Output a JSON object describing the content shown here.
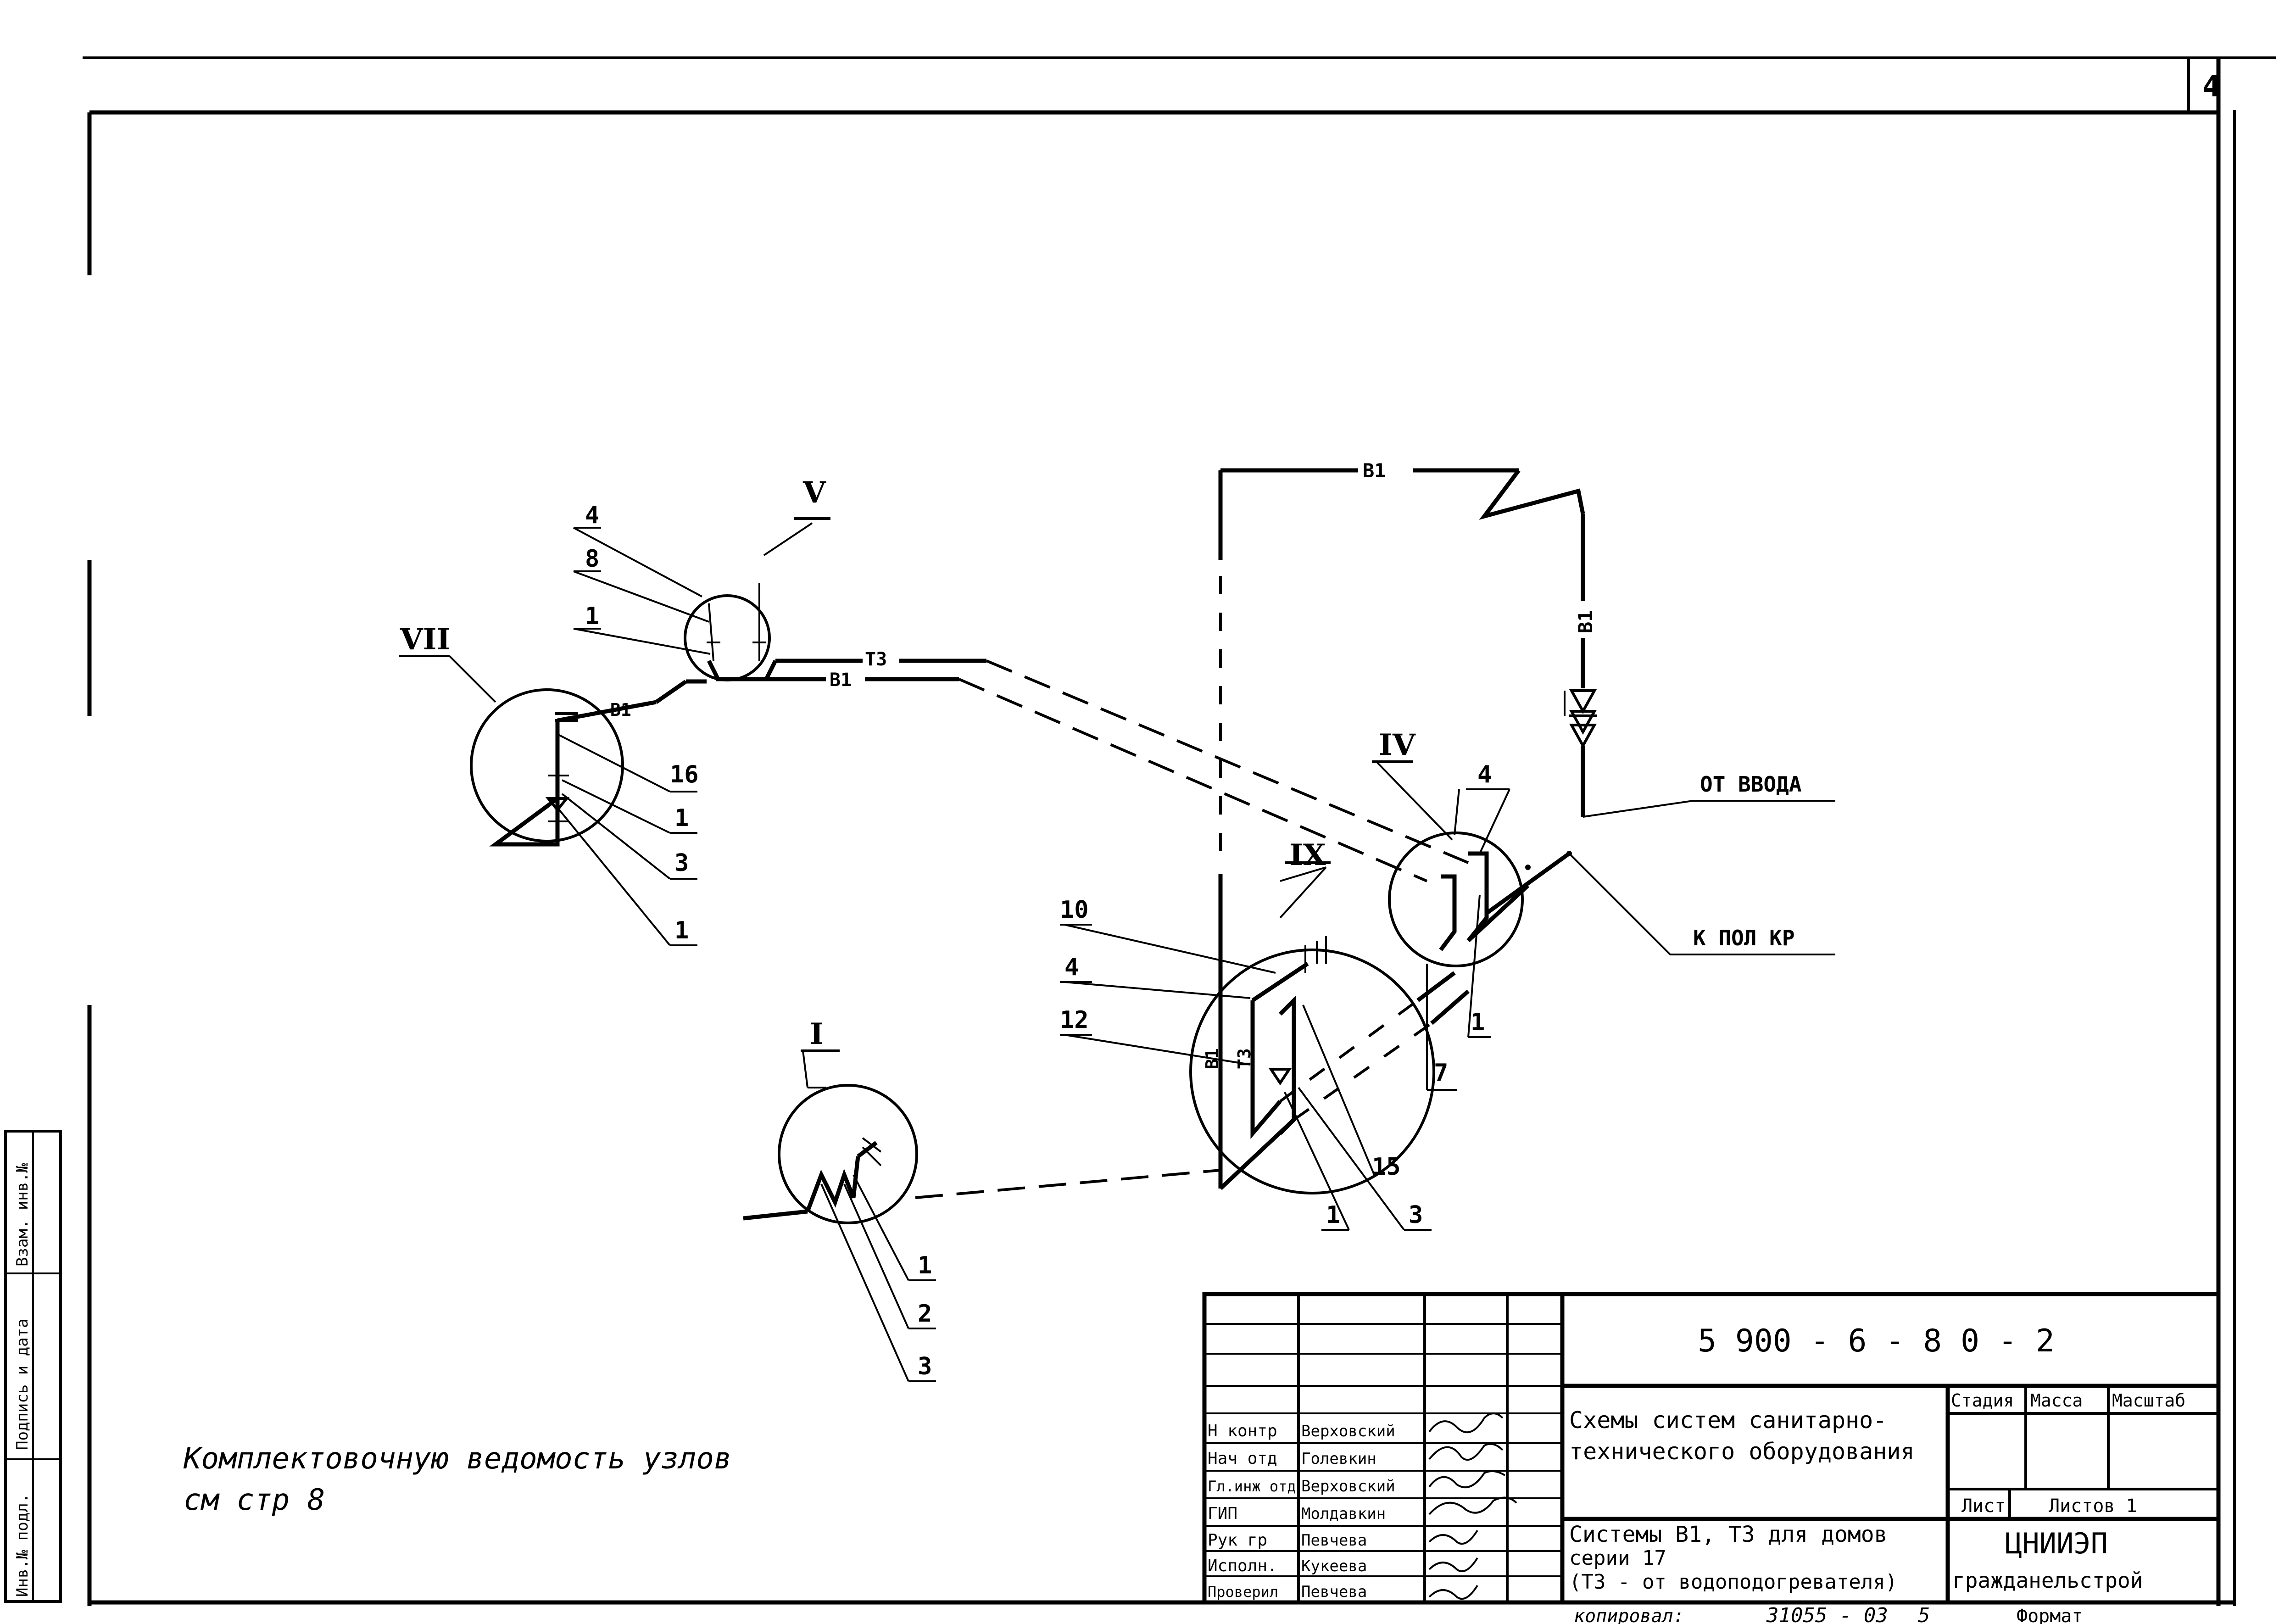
{
  "page_number": "4",
  "diagram": {
    "node_callouts": [
      "I",
      "IV",
      "V",
      "VII",
      "IX"
    ],
    "leader_numbers": {
      "node_V": [
        "4",
        "8",
        "1"
      ],
      "node_VII": [
        "16",
        "1",
        "3",
        "1"
      ],
      "node_I": [
        "1",
        "2",
        "3"
      ],
      "node_IX": [
        "10",
        "4",
        "12",
        "15",
        "1",
        "3"
      ],
      "node_IV": [
        "4",
        "1",
        "7"
      ]
    },
    "pipe_labels": {
      "t3": "Т3",
      "b1": "В1",
      "b1_top": "В1",
      "b1_vertical": "В1",
      "b1_vii": "В1",
      "b1_ix": "В1",
      "t3_ix": "Т3"
    },
    "from_input": "ОТ ВВОДА",
    "to_floor_drain": "К ПОЛ КР"
  },
  "note": {
    "line1": "Комплектовочную ведомость узлов",
    "line2": "см стр 8"
  },
  "side_stamp": {
    "inv_no_podl": "Инв.№ подл.",
    "podpis_data": "Подпись и дата",
    "vzam_inv": "Взам. инв.№"
  },
  "title_block": {
    "doc_code": "5 900 - 6 - 8 0 - 2",
    "title_line1": "Схемы систем санитарно-",
    "title_line2": "технического оборудования",
    "sub_line1": "Системы В1, Т3 для домов",
    "sub_line2": "серии 17",
    "sub_line3": "(Т3 - от водоподогревателя)",
    "col_stage": "Стадия",
    "col_mass": "Масса",
    "col_scale": "Масштаб",
    "sheet": "Лист",
    "sheets": "Листов 1",
    "org_line1": "ЦНИИЭП",
    "org_line2": "гражданeльстрой",
    "roles": [
      "Н контр",
      "Нач отд",
      "Гл.инж отд",
      "ГИП",
      "Рук гр",
      "Исполн.",
      "Проверил"
    ],
    "names": [
      "Верховский",
      "Голевкин",
      "Верховский",
      "Молдавкин",
      "Певчева",
      "Кукеева",
      "Певчева"
    ]
  },
  "bottom_strip": {
    "copied": "копировал:",
    "code": "31055 - 03",
    "num": "5",
    "format": "Формат"
  }
}
